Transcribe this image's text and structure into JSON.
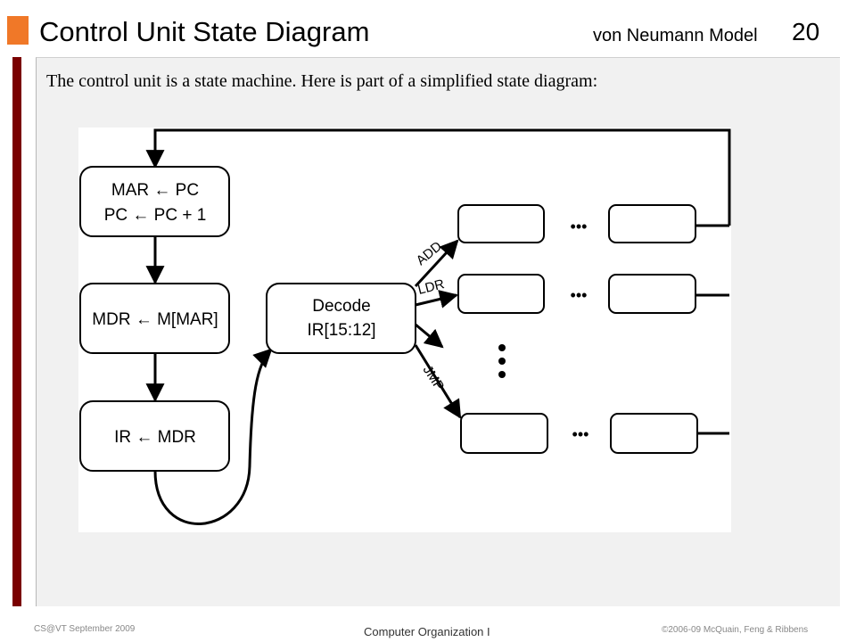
{
  "slide": {
    "title": "Control Unit State Diagram",
    "subtitle": "von Neumann Model",
    "page_number": "20",
    "intro": "The control unit is a state machine.  Here is part of a simplified state diagram:"
  },
  "diagram": {
    "fetch_state_line1": "MAR ← PC",
    "fetch_state_line2": "PC ← PC + 1",
    "load_state": "MDR ← M[MAR]",
    "ir_state": "IR ← MDR",
    "decode_line1": "Decode",
    "decode_line2": "IR[15:12]",
    "branch_add": "ADD",
    "branch_ldr": "LDR",
    "branch_jmp": "JMP",
    "ellipsis": "•••"
  },
  "footer": {
    "left": "CS@VT September 2009",
    "center": "Computer Organization I",
    "right": "©2006-09  McQuain, Feng & Ribbens"
  },
  "colors": {
    "accent": "#f07828",
    "side_bar": "#7a0000",
    "panel": "#f1f1f1"
  }
}
